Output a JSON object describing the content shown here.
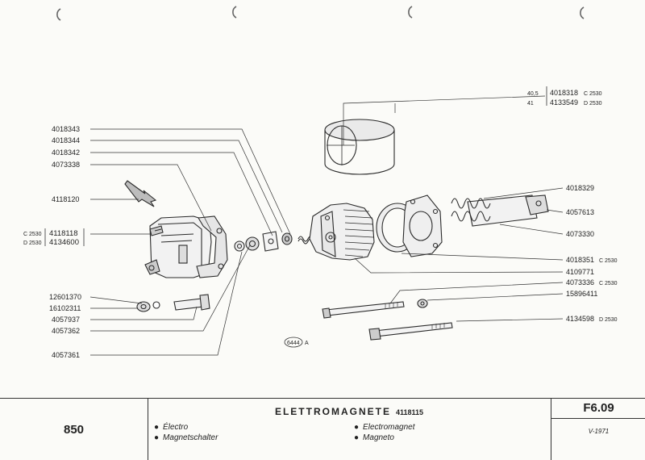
{
  "labels": {
    "p4018343": "4018343",
    "p4018344": "4018344",
    "p4018342": "4018342",
    "p4073338": "4073338",
    "p4118120": "4118120",
    "c2530": "C 2530",
    "d2530": "D 2530",
    "p4118118": "4118118",
    "p4134600": "4134600",
    "p12601370": "12601370",
    "p16102311": "16102311",
    "p4057937": "4057937",
    "p4057362": "4057362",
    "p4057361": "4057361",
    "dim405": "40,5",
    "dim41": "41",
    "p4018318": "4018318",
    "p4133549": "4133549",
    "p4018329": "4018329",
    "p4057613": "4057613",
    "p4073330": "4073330",
    "p4018351": "4018351",
    "p4109771": "4109771",
    "p4073336": "4073336",
    "p15896411": "15896411",
    "p4134598": "4134598",
    "stamp_num": "6444",
    "stamp_letter": "A"
  },
  "footer": {
    "model": "850",
    "title": "ELETTROMAGNETE",
    "title_code": "4118115",
    "fr": "Électro",
    "de": "Magnetschalter",
    "en": "Electromagnet",
    "es": "Magneto",
    "bullet": "●",
    "sheet_code": "F6.09",
    "date": "V-1971"
  }
}
